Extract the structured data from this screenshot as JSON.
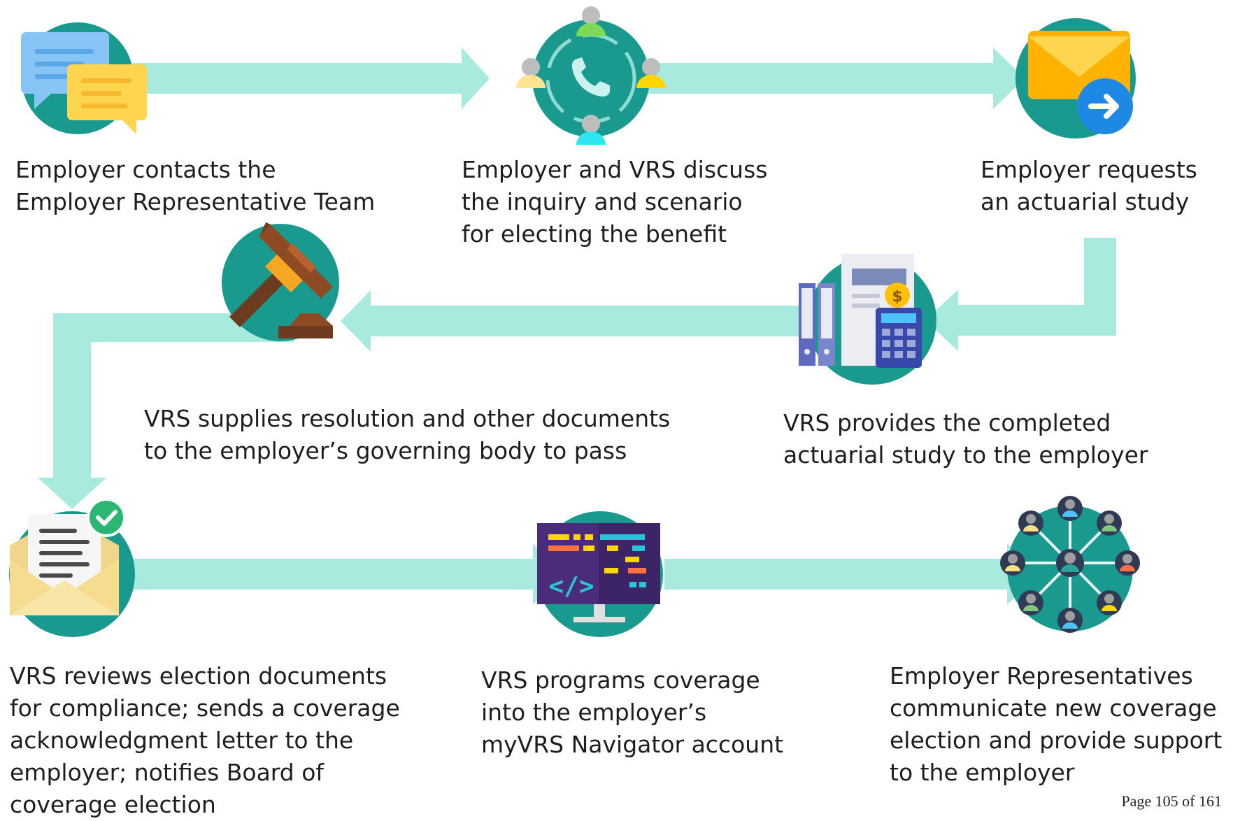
{
  "steps": [
    {
      "label": "Employer contacts the\nEmployer Representative Team",
      "icon": "chat-bubbles-icon"
    },
    {
      "label": "Employer and VRS discuss\nthe inquiry and scenario\nfor electing the benefit",
      "icon": "conference-call-icon"
    },
    {
      "label": "Employer requests\nan actuarial study",
      "icon": "send-mail-icon"
    },
    {
      "label": "VRS provides the completed\nactuarial study to the employer",
      "icon": "financial-documents-icon"
    },
    {
      "label": "VRS supplies resolution and other documents\nto the employer’s governing body to pass",
      "icon": "gavel-icon"
    },
    {
      "label": "VRS reviews election documents\nfor compliance; sends a coverage\nacknowledgment letter to the\nemployer; notifies Board of\ncoverage election",
      "icon": "approved-letter-icon"
    },
    {
      "label": "VRS programs coverage\ninto the employer’s\nmyVRS Navigator account",
      "icon": "code-monitor-icon"
    },
    {
      "label": "Employer Representatives\ncommunicate new coverage\nelection and provide support\nto the employer",
      "icon": "network-people-icon"
    }
  ],
  "footer": {
    "page": "Page 105 of 161"
  },
  "colors": {
    "circle": "#1a9a8f",
    "arrow": "#a8eadd",
    "text": "#1e1e1e"
  }
}
